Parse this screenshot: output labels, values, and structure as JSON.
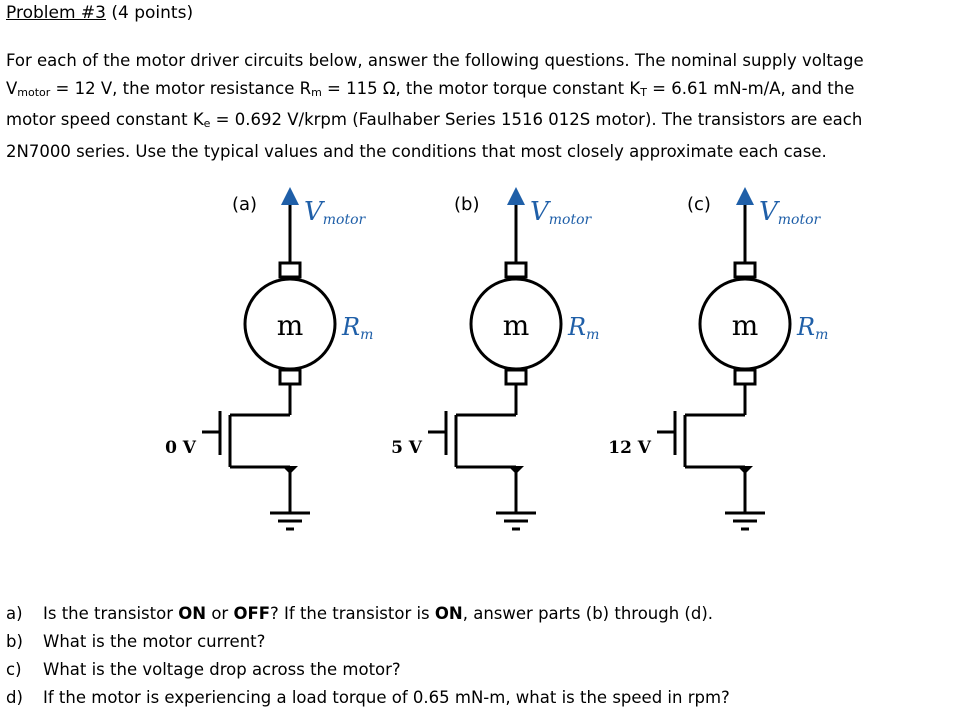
{
  "problem": {
    "title": "Problem #3",
    "points": "(4 points)"
  },
  "intro": {
    "l1": "For each of the motor driver circuits below, answer the following questions.  The nominal supply voltage",
    "l2a": "V",
    "l2sub": "motor",
    "l2b": " = 12 V, the motor resistance R",
    "l2sub2": "m",
    "l2c": " = 115 Ω, the motor torque constant K",
    "l2sub3": "T",
    "l2d": " = 6.61 mN-m/A, and the",
    "l3a": "motor speed constant K",
    "l3sub": "e",
    "l3b": " = 0.692 V/krpm (Faulhaber Series 1516 012S motor).  The transistors are each",
    "l4": "2N7000 series.  Use the typical values and the conditions that most closely approximate each case."
  },
  "circuits": [
    {
      "label": "(a)",
      "supply": "V",
      "supply_sub": "motor",
      "motor": "m",
      "resistance": "R",
      "resistance_sub": "m",
      "gate_voltage": "0 V"
    },
    {
      "label": "(b)",
      "supply": "V",
      "supply_sub": "motor",
      "motor": "m",
      "resistance": "R",
      "resistance_sub": "m",
      "gate_voltage": "5 V"
    },
    {
      "label": "(c)",
      "supply": "V",
      "supply_sub": "motor",
      "motor": "m",
      "resistance": "R",
      "resistance_sub": "m",
      "gate_voltage": "12 V"
    }
  ],
  "questions": [
    {
      "label": "a)",
      "pre": "Is the transistor ",
      "b1": "ON",
      "mid": " or ",
      "b2": "OFF",
      "post1": "?  If the transistor is ",
      "b3": "ON",
      "post2": ", answer parts (b) through (d)."
    },
    {
      "label": "b)",
      "text": "What is the motor current?"
    },
    {
      "label": "c)",
      "text": "What is the voltage drop across the motor?"
    },
    {
      "label": "d)",
      "text": "If the motor is experiencing a load torque of 0.65 mN-m, what is the speed in rpm?"
    }
  ],
  "colors": {
    "accent": "#1f5fa8",
    "ink": "#000000"
  }
}
